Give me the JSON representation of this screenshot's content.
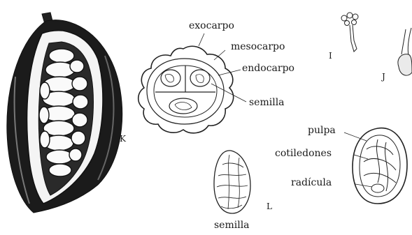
{
  "labels": {
    "exocarpo": "exocarpo",
    "mesocarpo": "mesocarpo",
    "endocarpo": "endocarpo",
    "semilla_fruit": "semilla",
    "pulpa": "pulpa",
    "cotiledones": "cotiledones",
    "radicula": "radícula",
    "semilla_bottom": "semilla"
  },
  "letters": {
    "k": "K",
    "l": "L",
    "i": "I",
    "j": "J"
  }
}
